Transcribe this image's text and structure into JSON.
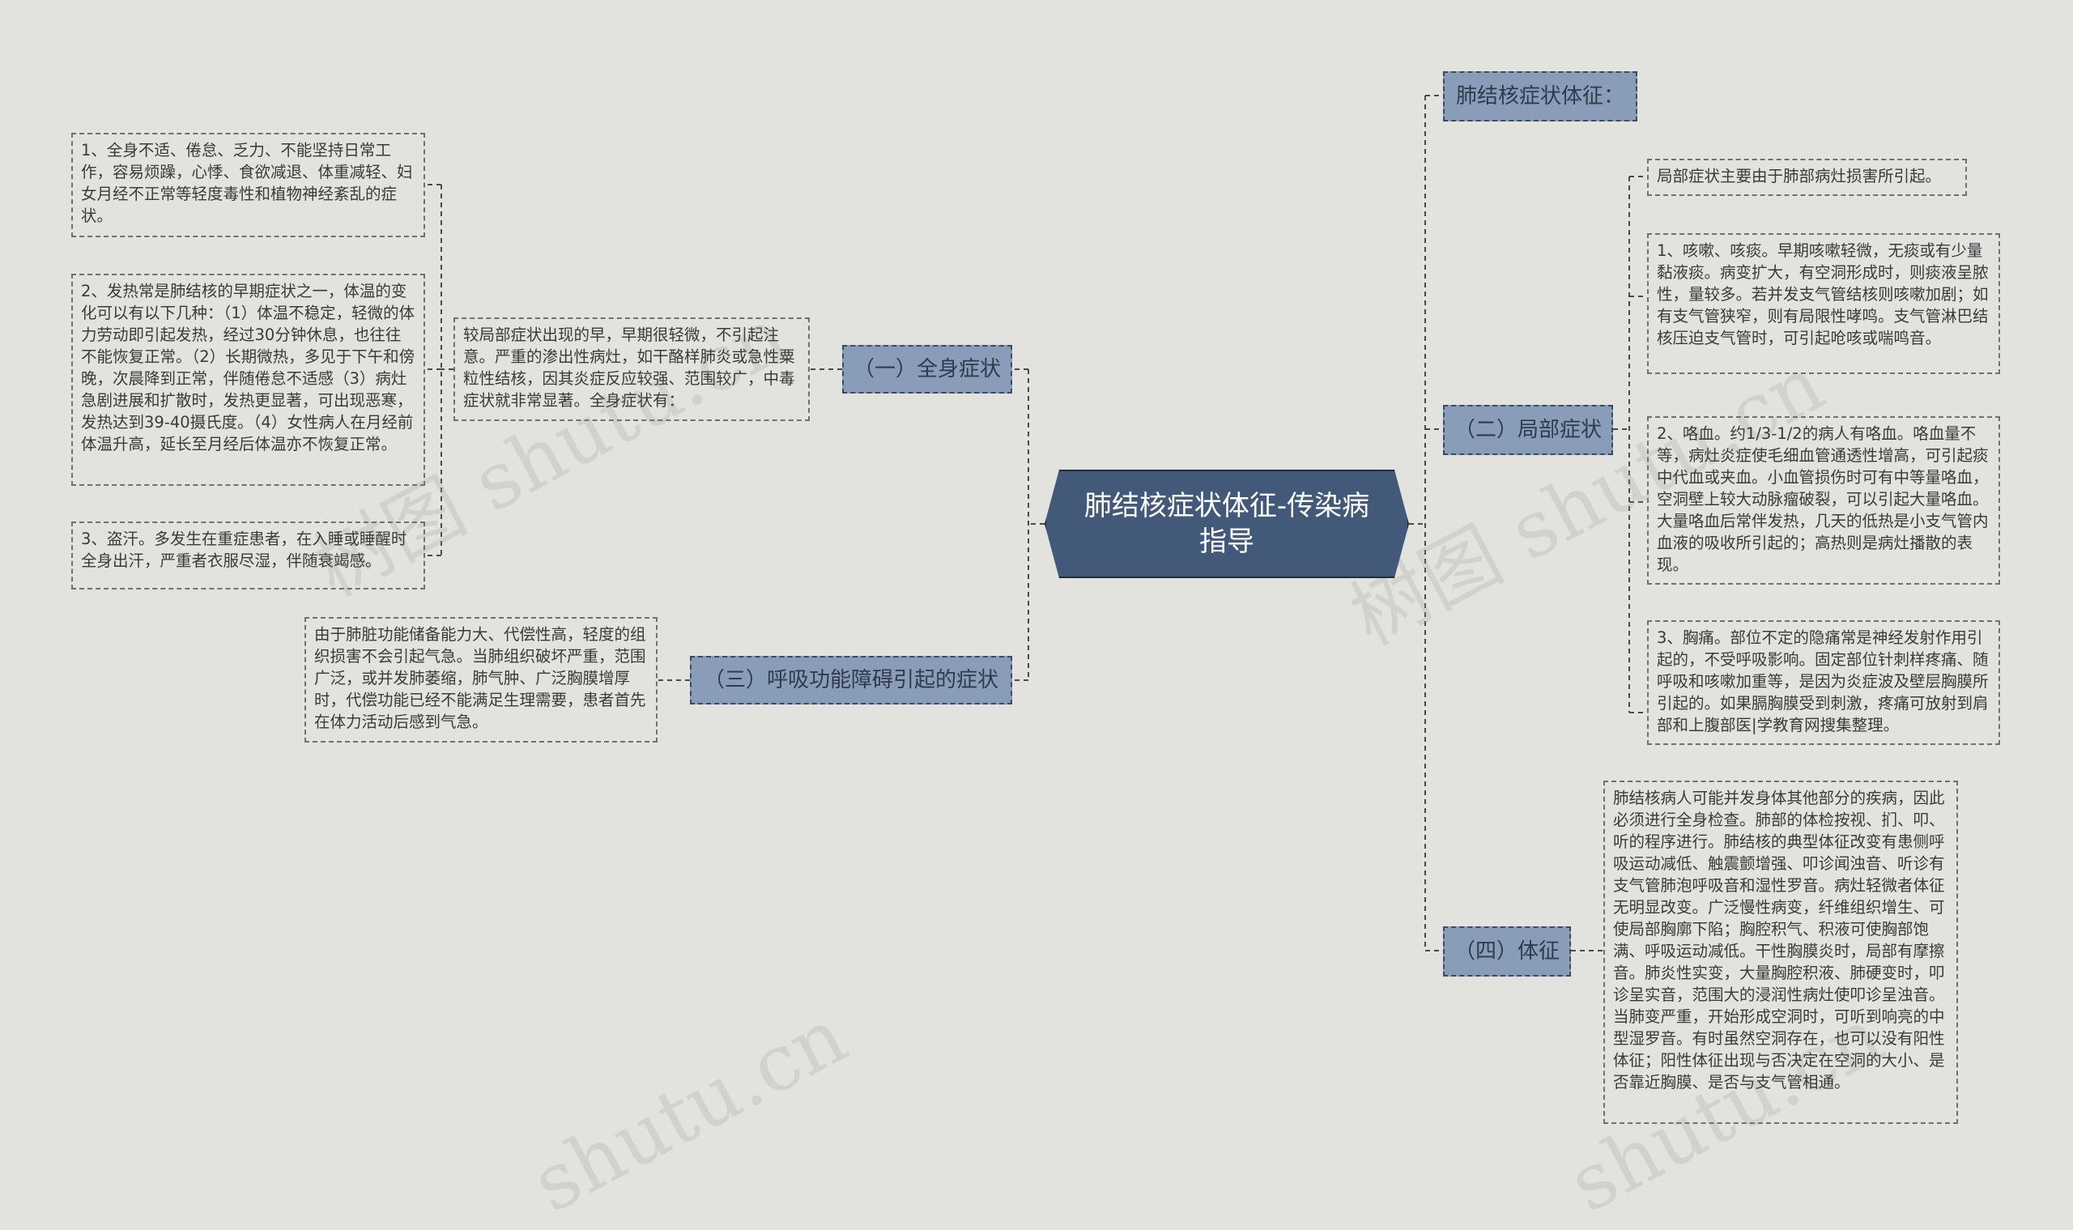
{
  "center": {
    "title": "肺结核症状体征-传染病指导"
  },
  "left": {
    "b1": {
      "label": "（一）全身症状",
      "intro": "较局部症状出现的早，早期很轻微，不引起注意。严重的渗出性病灶，如干酪样肺炎或急性粟粒性结核，因其炎症反应较强、范围较广，中毒症状就非常显著。全身症状有：",
      "items": [
        "1、全身不适、倦怠、乏力、不能坚持日常工作，容易烦躁，心悸、食欲减退、体重减轻、妇女月经不正常等轻度毒性和植物神经紊乱的症状。",
        "2、发热常是肺结核的早期症状之一，体温的变化可以有以下几种：（1）体温不稳定，轻微的体力劳动即引起发热，经过30分钟休息，也往往不能恢复正常。（2）长期微热，多见于下午和傍晚，次晨降到正常，伴随倦怠不适感（3）病灶急剧进展和扩散时，发热更显著，可出现恶寒，发热达到39-40摄氏度。（4）女性病人在月经前体温升高，延长至月经后体温亦不恢复正常。",
        "3、盗汗。多发生在重症患者，在入睡或睡醒时全身出汗，严重者衣服尽湿，伴随衰竭感。"
      ]
    },
    "b3": {
      "label": "（三）呼吸功能障碍引起的症状",
      "text": "由于肺脏功能储备能力大、代偿性高，轻度的组织损害不会引起气急。当肺组织破坏严重，范围广泛，或并发肺萎缩，肺气肿、广泛胸膜增厚时，代偿功能已经不能满足生理需要，患者首先在体力活动后感到气急。"
    }
  },
  "right": {
    "b0": {
      "label": "肺结核症状体征："
    },
    "b2": {
      "label": "（二）局部症状",
      "intro": "局部症状主要由于肺部病灶损害所引起。",
      "items": [
        "1、咳嗽、咳痰。早期咳嗽轻微，无痰或有少量黏液痰。病变扩大，有空洞形成时，则痰液呈脓性，量较多。若并发支气管结核则咳嗽加剧；如有支气管狭窄，则有局限性哮鸣。支气管淋巴结核压迫支气管时，可引起呛咳或喘鸣音。",
        "2、咯血。约1/3-1/2的病人有咯血。咯血量不等，病灶炎症使毛细血管通透性增高，可引起痰中代血或夹血。小血管损伤时可有中等量咯血，空洞壁上较大动脉瘤破裂，可以引起大量咯血。大量咯血后常伴发热，几天的低热是小支气管内血液的吸收所引起的；高热则是病灶播散的表现。",
        "3、胸痛。部位不定的隐痛常是神经发射作用引起的，不受呼吸影响。固定部位针刺样疼痛、随呼吸和咳嗽加重等，是因为炎症波及壁层胸膜所引起的。如果膈胸膜受到刺激，疼痛可放射到肩部和上腹部医|学教育网搜集整理。"
      ]
    },
    "b4": {
      "label": "（四）体征",
      "text": "肺结核病人可能并发身体其他部分的疾病，因此必须进行全身检查。肺部的体检按视、扪、叩、听的程序进行。肺结核的典型体征改变有患侧呼吸运动减低、触震颤增强、叩诊闻浊音、听诊有支气管肺泡呼吸音和湿性罗音。病灶轻微者体征无明显改变。广泛慢性病变，纤维组织增生、可使局部胸廓下陷；胸腔积气、积液可使胸部饱满、呼吸运动减低。干性胸膜炎时，局部有摩擦音。肺炎性实变，大量胸腔积液、肺硬变时，叩诊呈实音，范围大的浸润性病灶使叩诊呈浊音。当肺变严重，开始形成空洞时，可听到响亮的中型湿罗音。有时虽然空洞存在，也可以没有阳性体征；阳性体征出现与否决定在空洞的大小、是否靠近胸膜、是否与支气管相通。"
    }
  },
  "watermarks": [
    "树图 shutu.cn",
    "树图 shutu.cn",
    "shutu.cn",
    "shutu.cn"
  ]
}
